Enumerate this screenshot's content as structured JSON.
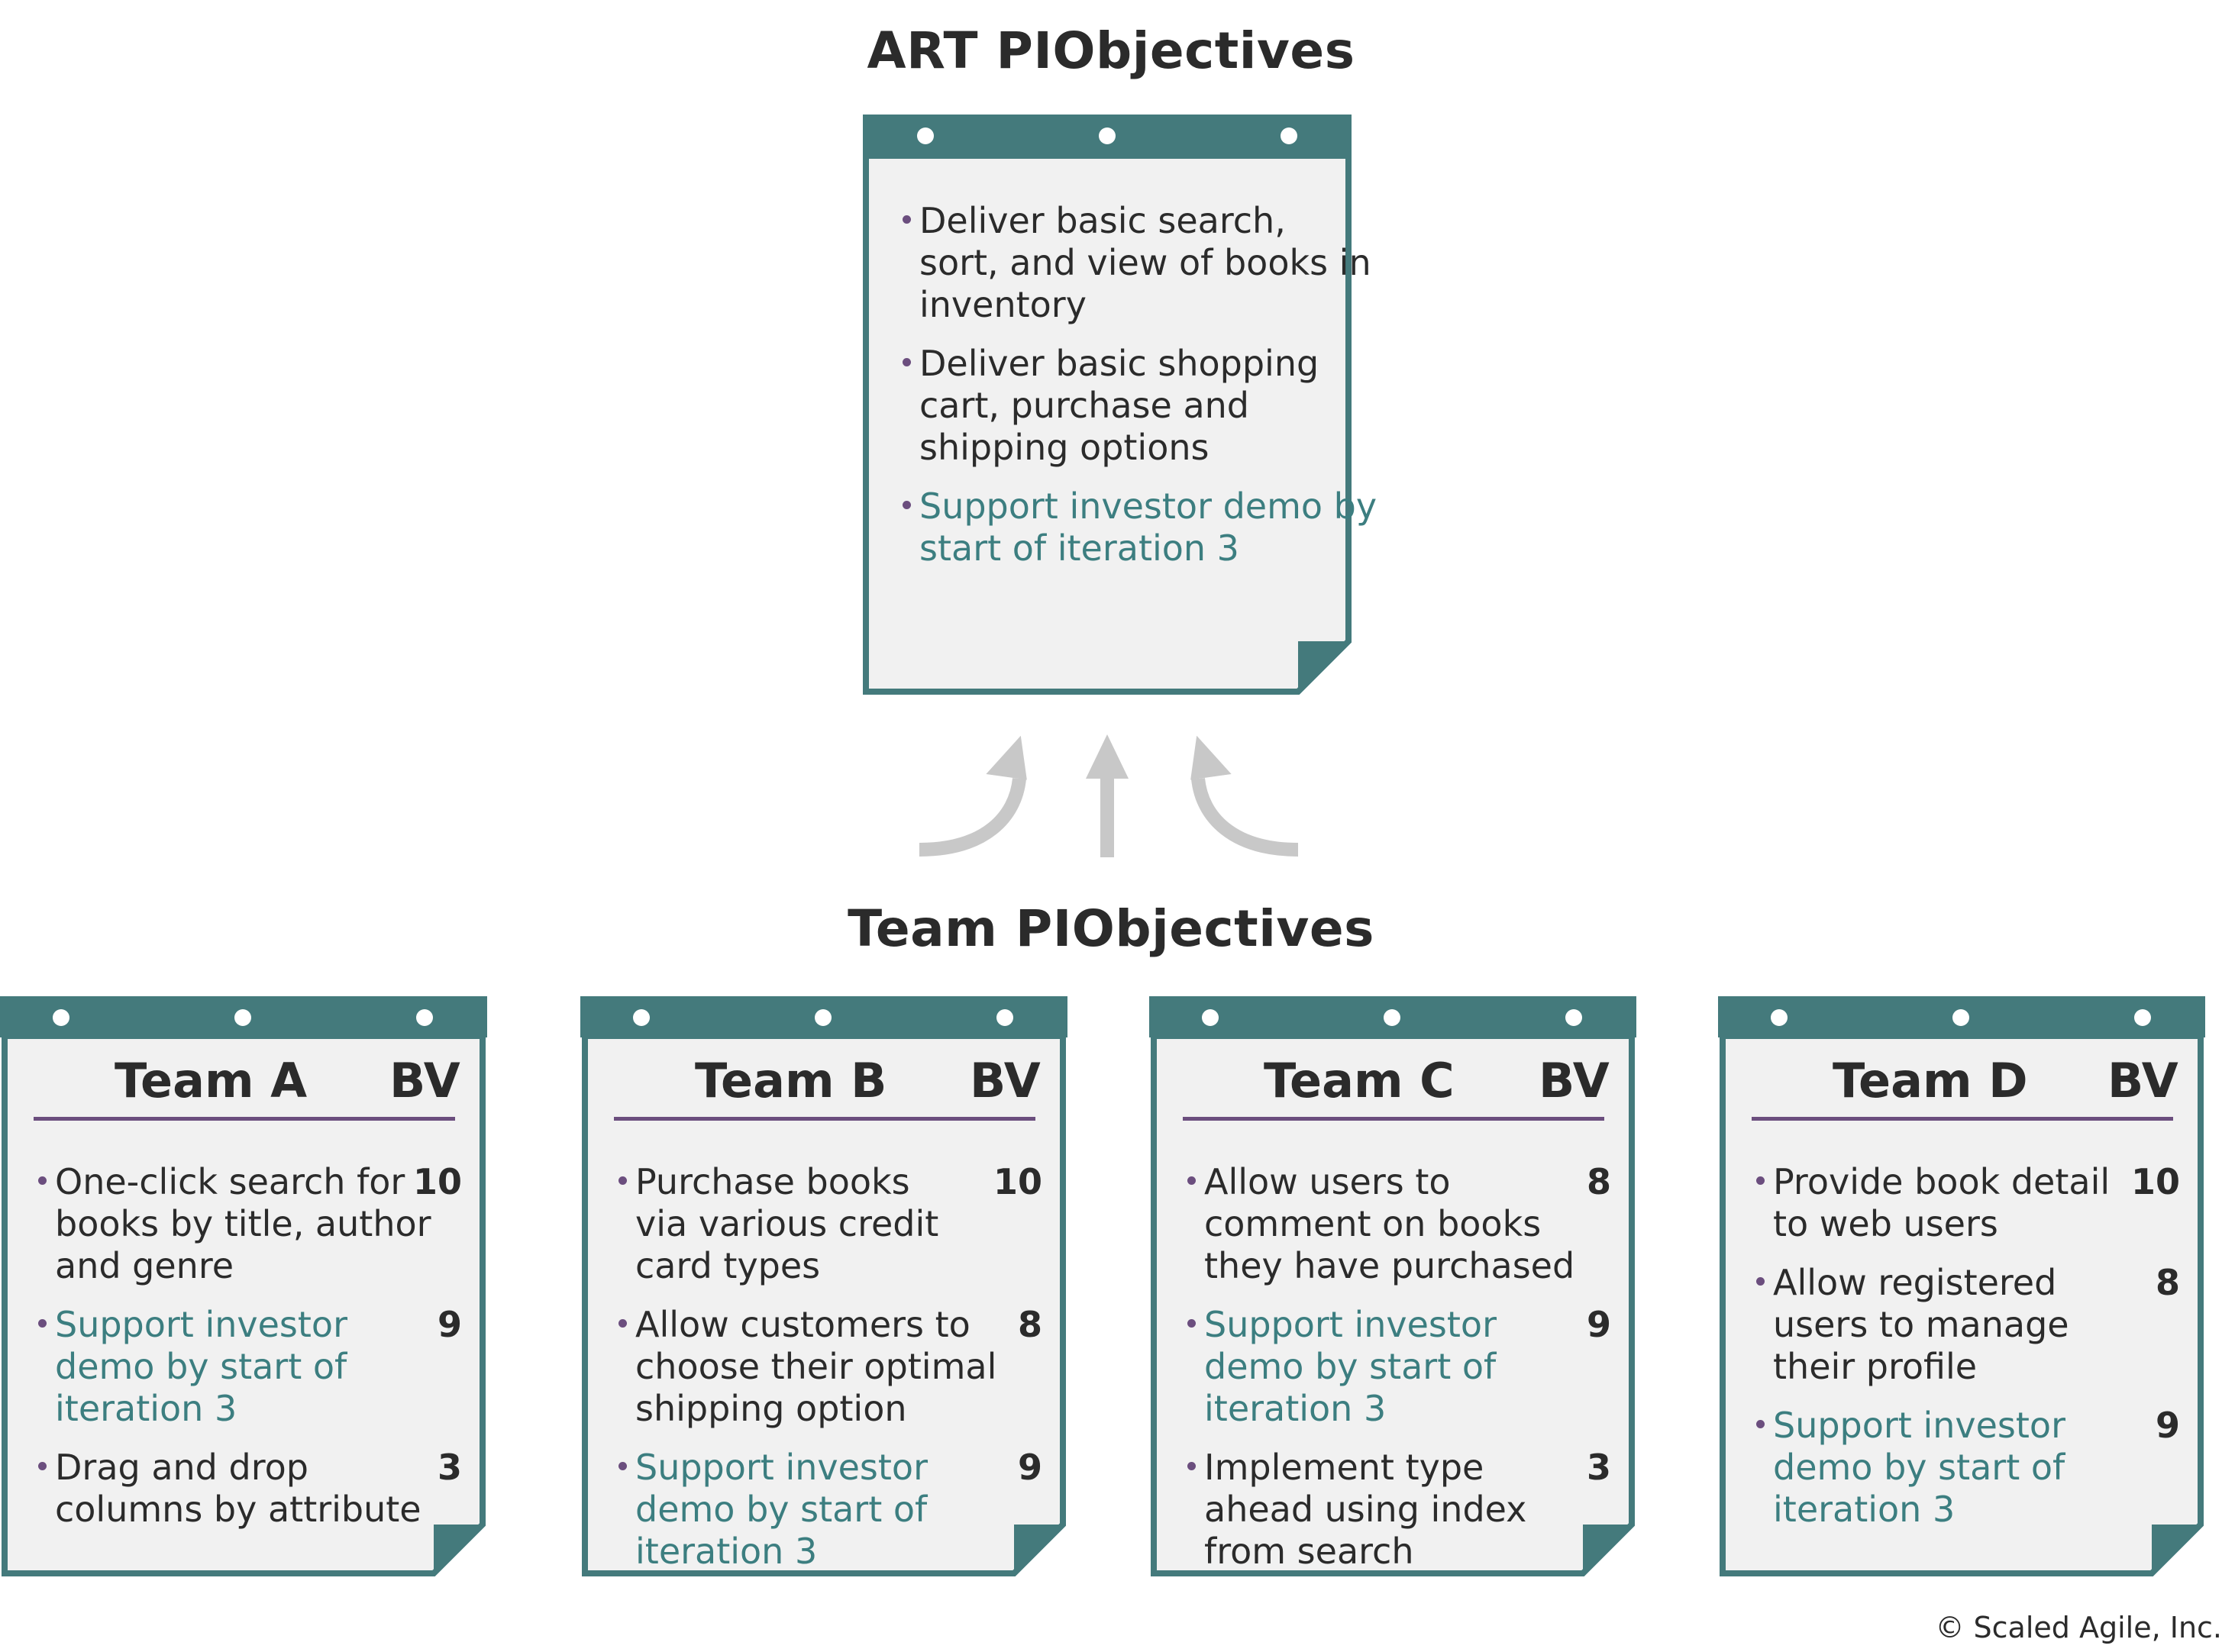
{
  "art_title": "ART PIObjectives",
  "art_objectives": [
    {
      "text": "Deliver basic search, sort, and view of books in inventory",
      "lines": [
        "Deliver basic search,",
        "sort, and view of books in",
        "inventory"
      ],
      "style": "normal"
    },
    {
      "text": "Deliver basic shopping cart, purchase and shipping options",
      "lines": [
        "Deliver basic shopping",
        "cart, purchase and",
        "shipping options"
      ],
      "style": "normal"
    },
    {
      "text": "Support investor demo by start of iteration 3",
      "lines": [
        "Support investor demo by",
        "start of iteration 3"
      ],
      "style": "stretch"
    }
  ],
  "team_title": "Team PIObjectives",
  "teams": [
    {
      "name": "Team A",
      "bv_label": "BV",
      "objectives": [
        {
          "lines": [
            "One-click search for",
            "books by title, author",
            "and genre"
          ],
          "bv": "10",
          "style": "normal"
        },
        {
          "lines": [
            "Support investor",
            "demo by start of",
            "iteration 3"
          ],
          "bv": "9",
          "style": "stretch"
        },
        {
          "lines": [
            "Drag and drop",
            "columns by attribute"
          ],
          "bv": "3",
          "style": "normal"
        }
      ]
    },
    {
      "name": "Team B",
      "bv_label": "BV",
      "objectives": [
        {
          "lines": [
            "Purchase books",
            "via various credit",
            "card types"
          ],
          "bv": "10",
          "style": "normal"
        },
        {
          "lines": [
            "Allow customers to",
            "choose their optimal",
            "shipping option"
          ],
          "bv": "8",
          "style": "normal"
        },
        {
          "lines": [
            "Support investor",
            "demo by start of",
            "iteration 3"
          ],
          "bv": "9",
          "style": "stretch"
        }
      ]
    },
    {
      "name": "Team C",
      "bv_label": "BV",
      "objectives": [
        {
          "lines": [
            "Allow users to",
            "comment on books",
            "they have purchased"
          ],
          "bv": "8",
          "style": "normal"
        },
        {
          "lines": [
            "Support investor",
            "demo by start of",
            "iteration 3"
          ],
          "bv": "9",
          "style": "stretch"
        },
        {
          "lines": [
            "Implement type",
            "ahead using index",
            "from search"
          ],
          "bv": "3",
          "style": "normal"
        }
      ]
    },
    {
      "name": "Team D",
      "bv_label": "BV",
      "objectives": [
        {
          "lines": [
            "Provide book detail",
            "to web users"
          ],
          "bv": "10",
          "style": "normal"
        },
        {
          "lines": [
            "Allow registered",
            "users to manage",
            "their profile"
          ],
          "bv": "8",
          "style": "normal"
        },
        {
          "lines": [
            "Support investor",
            "demo by start of",
            "iteration 3"
          ],
          "bv": "9",
          "style": "stretch"
        }
      ]
    }
  ],
  "copyright": "© Scaled Agile, Inc.",
  "colors": {
    "teal": "#447a7c",
    "purple": "#6b4e7e",
    "card_fill": "#f1f1f1",
    "arrow": "#c8c8c8",
    "stretch_text": "#3c7e80"
  }
}
